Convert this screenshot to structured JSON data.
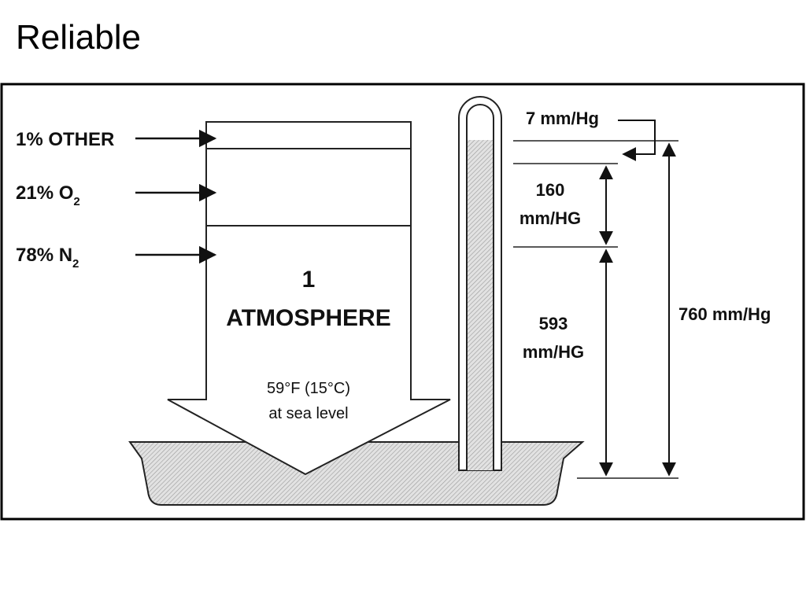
{
  "slide": {
    "title": "Reliable"
  },
  "diagram": {
    "gas_labels": {
      "other": "1% OTHER",
      "o2_prefix": "21% O",
      "o2_sub": "2",
      "n2_prefix": "78% N",
      "n2_sub": "2"
    },
    "atmosphere": {
      "line1": "1",
      "line2": "ATMOSPHERE"
    },
    "temperature": {
      "line1": "59°F (15°C)",
      "line2": "at sea level"
    },
    "pressures": {
      "other": "7 mm/Hg",
      "o2_line1": "160",
      "o2_line2": "mm/HG",
      "n2_line1": "593",
      "n2_line2": "mm/HG",
      "total": "760 mm/Hg"
    }
  }
}
